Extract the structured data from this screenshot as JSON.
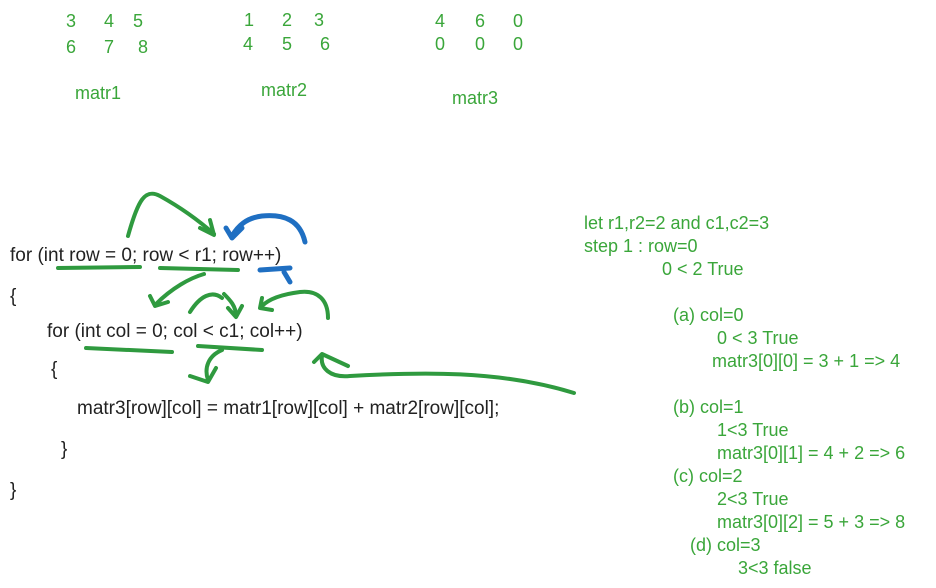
{
  "colors": {
    "annotation_green": "#3aa63a",
    "pen_green": "#2f9a3f",
    "pen_blue": "#1f6fc2",
    "code_text": "#222222"
  },
  "matrices": [
    {
      "label": "matr1",
      "rows": [
        [
          "3",
          "4",
          "5"
        ],
        [
          "6",
          "7",
          "8"
        ]
      ]
    },
    {
      "label": "matr2",
      "rows": [
        [
          "1",
          "2",
          "3"
        ],
        [
          "4",
          "5",
          "6"
        ]
      ]
    },
    {
      "label": "matr3",
      "rows": [
        [
          "4",
          "6",
          "0"
        ],
        [
          "0",
          "0",
          "0"
        ]
      ]
    }
  ],
  "code": {
    "line1": "for (int row = 0; row < r1; row++)",
    "line2": "{",
    "line3": "for (int col = 0; col < c1; col++)",
    "line4": "{",
    "line5": "matr3[row][col] = matr1[row][col] + matr2[row][col];",
    "line6": "}",
    "line7": "}"
  },
  "trace": {
    "l1": "let r1,r2=2 and c1,c2=3",
    "l2": "step 1 : row=0",
    "l3": "0 < 2 True",
    "a1": "(a) col=0",
    "a2": "0 < 3 True",
    "a3": "matr3[0][0] = 3 + 1 => 4",
    "b1": "(b) col=1",
    "b2": "1<3 True",
    "b3": "matr3[0][1] = 4 + 2 => 6",
    "c1": "(c) col=2",
    "c2": "2<3 True",
    "c3": "matr3[0][2] = 5 + 3 => 8",
    "d1": "(d) col=3",
    "d2": "3<3 false"
  }
}
